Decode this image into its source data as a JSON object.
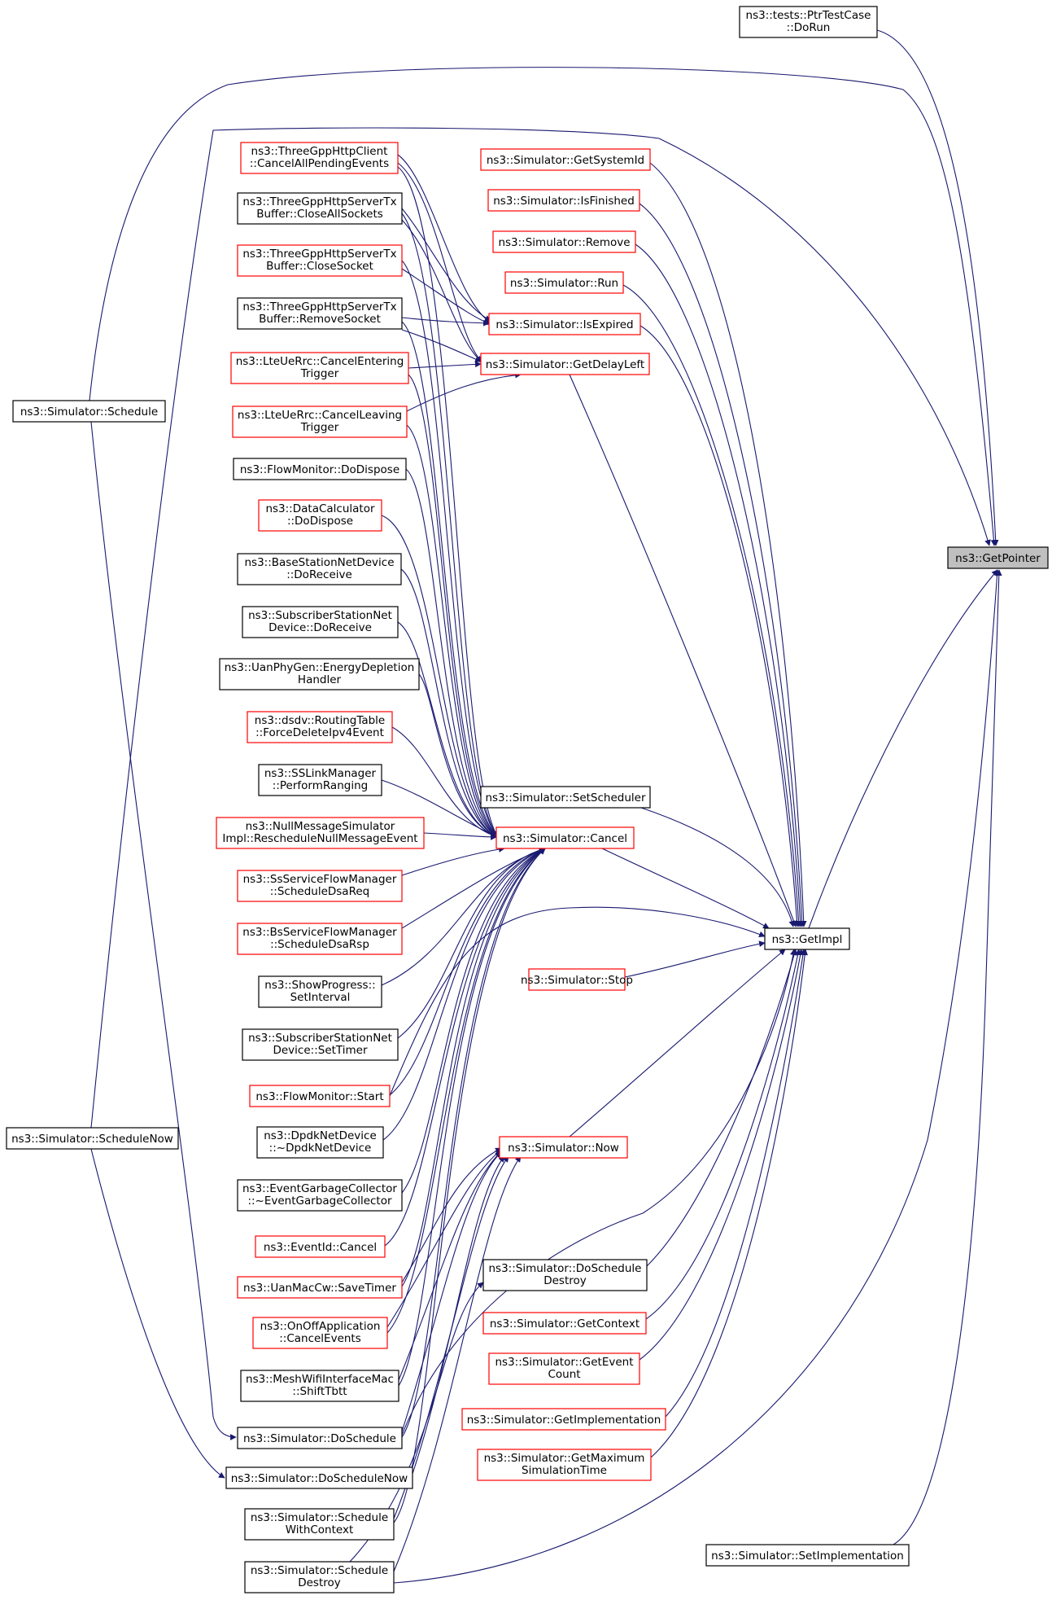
{
  "diagram": {
    "kind": "doxygen-caller-graph",
    "colors": {
      "edge": "#191970",
      "border_normal": "#000000",
      "border_truncated": "#ff0000",
      "focus_fill": "#bfbfbf",
      "background": "#ffffff"
    },
    "nodes": [
      {
        "id": "getpointer",
        "lines": [
          "ns3::GetPointer"
        ],
        "style": "focus"
      },
      {
        "id": "ptrtestcase",
        "lines": [
          "ns3::tests::PtrTestCase",
          "::DoRun"
        ],
        "style": "normal"
      },
      {
        "id": "schedule",
        "lines": [
          "ns3::Simulator::Schedule"
        ],
        "style": "normal"
      },
      {
        "id": "schedulenow",
        "lines": [
          "ns3::Simulator::ScheduleNow"
        ],
        "style": "normal"
      },
      {
        "id": "getimpl",
        "lines": [
          "ns3::GetImpl"
        ],
        "style": "normal"
      },
      {
        "id": "setimplementation",
        "lines": [
          "ns3::Simulator::SetImplementation"
        ],
        "style": "normal"
      },
      {
        "id": "getsystemid",
        "lines": [
          "ns3::Simulator::GetSystemId"
        ],
        "style": "truncated"
      },
      {
        "id": "isfinished",
        "lines": [
          "ns3::Simulator::IsFinished"
        ],
        "style": "truncated"
      },
      {
        "id": "remove",
        "lines": [
          "ns3::Simulator::Remove"
        ],
        "style": "truncated"
      },
      {
        "id": "run",
        "lines": [
          "ns3::Simulator::Run"
        ],
        "style": "truncated"
      },
      {
        "id": "isexpired",
        "lines": [
          "ns3::Simulator::IsExpired"
        ],
        "style": "truncated"
      },
      {
        "id": "getdelayleft",
        "lines": [
          "ns3::Simulator::GetDelayLeft"
        ],
        "style": "truncated"
      },
      {
        "id": "setscheduler",
        "lines": [
          "ns3::Simulator::SetScheduler"
        ],
        "style": "normal"
      },
      {
        "id": "cancel",
        "lines": [
          "ns3::Simulator::Cancel"
        ],
        "style": "truncated"
      },
      {
        "id": "stop",
        "lines": [
          "ns3::Simulator::Stop"
        ],
        "style": "truncated"
      },
      {
        "id": "now",
        "lines": [
          "ns3::Simulator::Now"
        ],
        "style": "truncated"
      },
      {
        "id": "doscheduledestroy",
        "lines": [
          "ns3::Simulator::DoSchedule",
          "Destroy"
        ],
        "style": "normal"
      },
      {
        "id": "getcontext",
        "lines": [
          "ns3::Simulator::GetContext"
        ],
        "style": "truncated"
      },
      {
        "id": "geteventcount",
        "lines": [
          "ns3::Simulator::GetEvent",
          "Count"
        ],
        "style": "truncated"
      },
      {
        "id": "getimplementation",
        "lines": [
          "ns3::Simulator::GetImplementation"
        ],
        "style": "truncated"
      },
      {
        "id": "getmaxsimtime",
        "lines": [
          "ns3::Simulator::GetMaximum",
          "SimulationTime"
        ],
        "style": "truncated"
      },
      {
        "id": "cancelallpending",
        "lines": [
          "ns3::ThreeGppHttpClient",
          "::CancelAllPendingEvents"
        ],
        "style": "truncated"
      },
      {
        "id": "closeallsockets",
        "lines": [
          "ns3::ThreeGppHttpServerTx",
          "Buffer::CloseAllSockets"
        ],
        "style": "normal"
      },
      {
        "id": "closesocket",
        "lines": [
          "ns3::ThreeGppHttpServerTx",
          "Buffer::CloseSocket"
        ],
        "style": "truncated"
      },
      {
        "id": "removesocket",
        "lines": [
          "ns3::ThreeGppHttpServerTx",
          "Buffer::RemoveSocket"
        ],
        "style": "normal"
      },
      {
        "id": "cancelentering",
        "lines": [
          "ns3::LteUeRrc::CancelEntering",
          "Trigger"
        ],
        "style": "truncated"
      },
      {
        "id": "cancelleaving",
        "lines": [
          "ns3::LteUeRrc::CancelLeaving",
          "Trigger"
        ],
        "style": "truncated"
      },
      {
        "id": "flowmondispose",
        "lines": [
          "ns3::FlowMonitor::DoDispose"
        ],
        "style": "normal"
      },
      {
        "id": "datacalc",
        "lines": [
          "ns3::DataCalculator",
          "::DoDispose"
        ],
        "style": "truncated"
      },
      {
        "id": "bsnetdev",
        "lines": [
          "ns3::BaseStationNetDevice",
          "::DoReceive"
        ],
        "style": "normal"
      },
      {
        "id": "ssnetdev",
        "lines": [
          "ns3::SubscriberStationNet",
          "Device::DoReceive"
        ],
        "style": "normal"
      },
      {
        "id": "uanphy",
        "lines": [
          "ns3::UanPhyGen::EnergyDepletion",
          "Handler"
        ],
        "style": "normal"
      },
      {
        "id": "dsdv",
        "lines": [
          "ns3::dsdv::RoutingTable",
          "::ForceDeleteIpv4Event"
        ],
        "style": "truncated"
      },
      {
        "id": "sslink",
        "lines": [
          "ns3::SSLinkManager",
          "::PerformRanging"
        ],
        "style": "normal"
      },
      {
        "id": "nullmsg",
        "lines": [
          "ns3::NullMessageSimulator",
          "Impl::RescheduleNullMessageEvent"
        ],
        "style": "truncated"
      },
      {
        "id": "ssflowreq",
        "lines": [
          "ns3::SsServiceFlowManager",
          "::ScheduleDsaReq"
        ],
        "style": "truncated"
      },
      {
        "id": "bsflowrsp",
        "lines": [
          "ns3::BsServiceFlowManager",
          "::ScheduleDsaRsp"
        ],
        "style": "truncated"
      },
      {
        "id": "showprogress",
        "lines": [
          "ns3::ShowProgress::",
          "SetInterval"
        ],
        "style": "normal"
      },
      {
        "id": "sssettimer",
        "lines": [
          "ns3::SubscriberStationNet",
          "Device::SetTimer"
        ],
        "style": "normal"
      },
      {
        "id": "flowmonstart",
        "lines": [
          "ns3::FlowMonitor::Start"
        ],
        "style": "truncated"
      },
      {
        "id": "dpdk",
        "lines": [
          "ns3::DpdkNetDevice",
          "::~DpdkNetDevice"
        ],
        "style": "normal"
      },
      {
        "id": "egc",
        "lines": [
          "ns3::EventGarbageCollector",
          "::~EventGarbageCollector"
        ],
        "style": "normal"
      },
      {
        "id": "eventidcancel",
        "lines": [
          "ns3::EventId::Cancel"
        ],
        "style": "truncated"
      },
      {
        "id": "uanmac",
        "lines": [
          "ns3::UanMacCw::SaveTimer"
        ],
        "style": "truncated"
      },
      {
        "id": "onoff",
        "lines": [
          "ns3::OnOffApplication",
          "::CancelEvents"
        ],
        "style": "truncated"
      },
      {
        "id": "meshwifi",
        "lines": [
          "ns3::MeshWifiInterfaceMac",
          "::ShiftTbtt"
        ],
        "style": "normal"
      },
      {
        "id": "doschedule",
        "lines": [
          "ns3::Simulator::DoSchedule"
        ],
        "style": "normal"
      },
      {
        "id": "doschedulenow",
        "lines": [
          "ns3::Simulator::DoScheduleNow"
        ],
        "style": "normal"
      },
      {
        "id": "schedwithctx",
        "lines": [
          "ns3::Simulator::Schedule",
          "WithContext"
        ],
        "style": "normal"
      },
      {
        "id": "scheddestroy",
        "lines": [
          "ns3::Simulator::Schedule",
          "Destroy"
        ],
        "style": "normal"
      }
    ]
  }
}
